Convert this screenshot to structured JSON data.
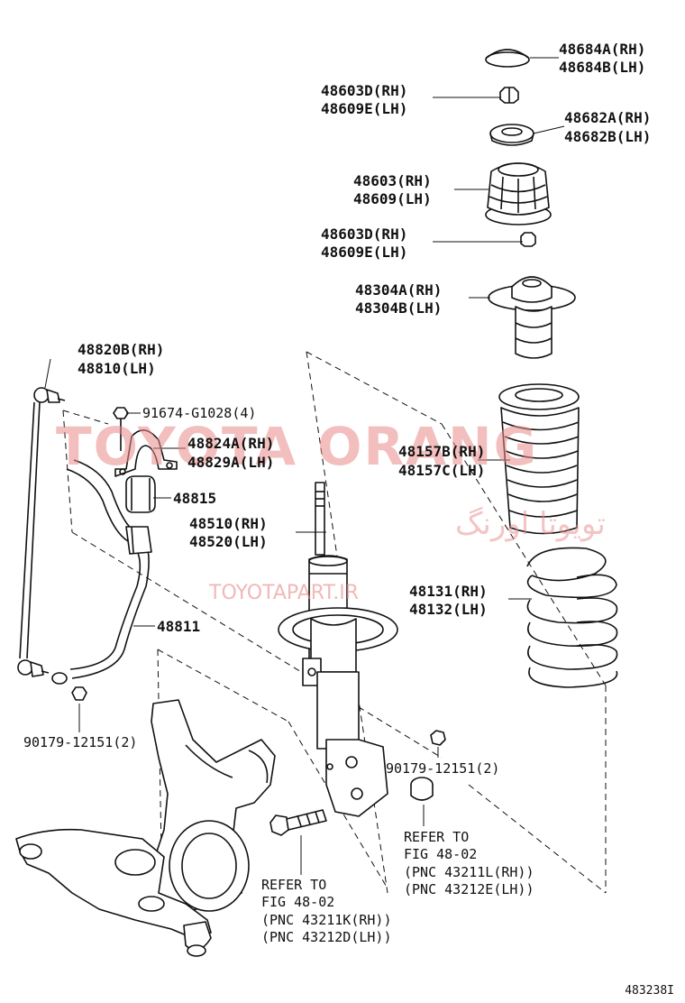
{
  "labels": {
    "p48684": [
      "48684A(RH)",
      "48684B(LH)"
    ],
    "p48603d_a": [
      "48603D(RH)",
      "48609E(LH)"
    ],
    "p48682": [
      "48682A(RH)",
      "48682B(LH)"
    ],
    "p48603": [
      "48603(RH)",
      "48609(LH)"
    ],
    "p48603d_b": [
      "48603D(RH)",
      "48609E(LH)"
    ],
    "p48304": [
      "48304A(RH)",
      "48304B(LH)"
    ],
    "p48820": [
      "48820B(RH)",
      "48810(LH)"
    ],
    "p91674": "91674-G1028(4)",
    "p48824": [
      "48824A(RH)",
      "48829A(LH)"
    ],
    "p48157": [
      "48157B(RH)",
      "48157C(LH)"
    ],
    "p48815": "48815",
    "p48510": [
      "48510(RH)",
      "48520(LH)"
    ],
    "p48131": [
      "48131(RH)",
      "48132(LH)"
    ],
    "p48811": "48811",
    "p90179_left": "90179-12151(2)",
    "p90179_right": "90179-12151(2)",
    "ref_right": [
      "REFER TO",
      "FIG 48-02",
      "(PNC 43211L(RH))",
      "(PNC 43212E(LH))"
    ],
    "ref_left": [
      "REFER TO",
      "FIG 48-02",
      "(PNC 43211K(RH))",
      "(PNC 43212D(LH))"
    ],
    "figure_id": "483238I"
  },
  "watermark": {
    "brand": "TOYOTA ORANG",
    "persian": "تویوتا اورنگ",
    "url": "TOYOTAPART.IR",
    "color": "#e88a8a"
  }
}
